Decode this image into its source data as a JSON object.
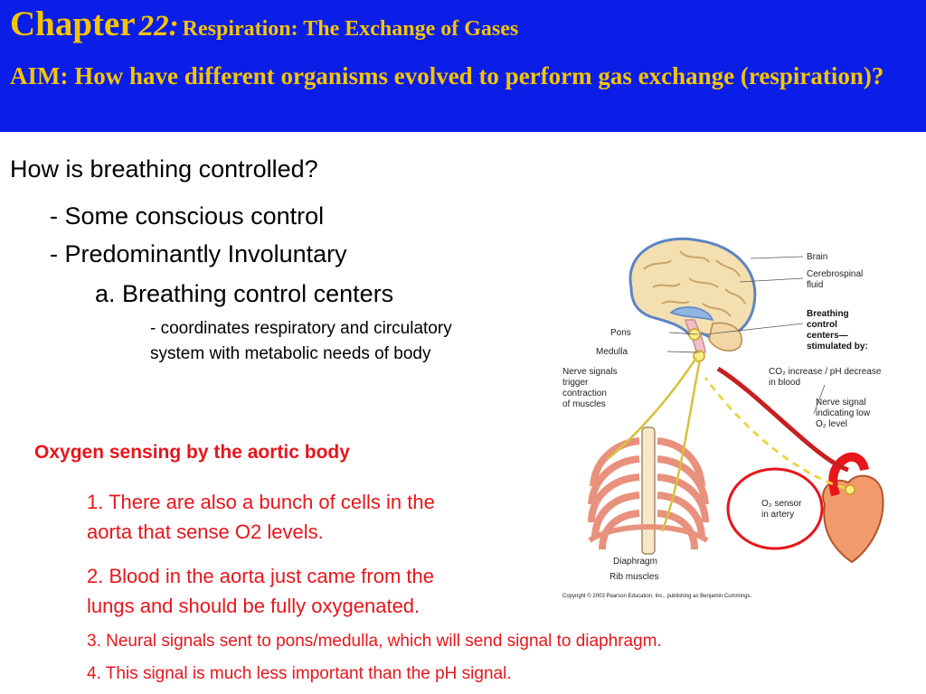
{
  "header": {
    "chapter_word": "Chapter",
    "chapter_number": "22:",
    "chapter_title": "Respiration: The Exchange of Gases",
    "aim": "AIM: How have different organisms evolved to perform gas exchange (respiration)?"
  },
  "content": {
    "question": "How is breathing controlled?",
    "bullet1": "- Some conscious control",
    "bullet2": "- Predominantly Involuntary",
    "sub_a": "a. Breathing control centers",
    "sub_a_line1": "- coordinates respiratory and circulatory",
    "sub_a_line2": "system with metabolic needs of body"
  },
  "oxygen": {
    "heading": "Oxygen sensing by the aortic body",
    "point1_line1": "1. There are also a bunch of cells in the",
    "point1_line2": "aorta that sense O2 levels.",
    "point2_line1": "2. Blood in the aorta just came from the",
    "point2_line2": "lungs and should be fully oxygenated.",
    "point3": "3. Neural signals sent to pons/medulla, which will send signal to diaphragm.",
    "point4": "4. This signal is much less important than the pH signal."
  },
  "figure": {
    "brain": "Brain",
    "csf_line1": "Cerebrospinal",
    "csf_line2": "fluid",
    "pons": "Pons",
    "medulla": "Medulla",
    "bcc_line1": "Breathing",
    "bcc_line2": "control",
    "bcc_line3": "centers—",
    "stimulated": "stimulated by:",
    "co2_line1": "CO₂ increase / pH decrease",
    "co2_line2": "in blood",
    "nerve_low_line1": "Nerve signal",
    "nerve_low_line2": "indicating low",
    "nerve_low_line3": "O₂ level",
    "nerve_trigger_line1": "Nerve signals",
    "nerve_trigger_line2": "trigger",
    "nerve_trigger_line3": "contraction",
    "nerve_trigger_line4": "of muscles",
    "o2_sensor_line1": "O₂ sensor",
    "o2_sensor_line2": "in artery",
    "diaphragm": "Diaphragm",
    "rib_muscles": "Rib muscles",
    "copyright": "Copyright © 2003 Pearson Education, Inc., publishing as Benjamin Cummings."
  },
  "colors": {
    "header_bg": "#0a1ee8",
    "header_text": "#f5c400",
    "accent_red": "#e8151b"
  }
}
